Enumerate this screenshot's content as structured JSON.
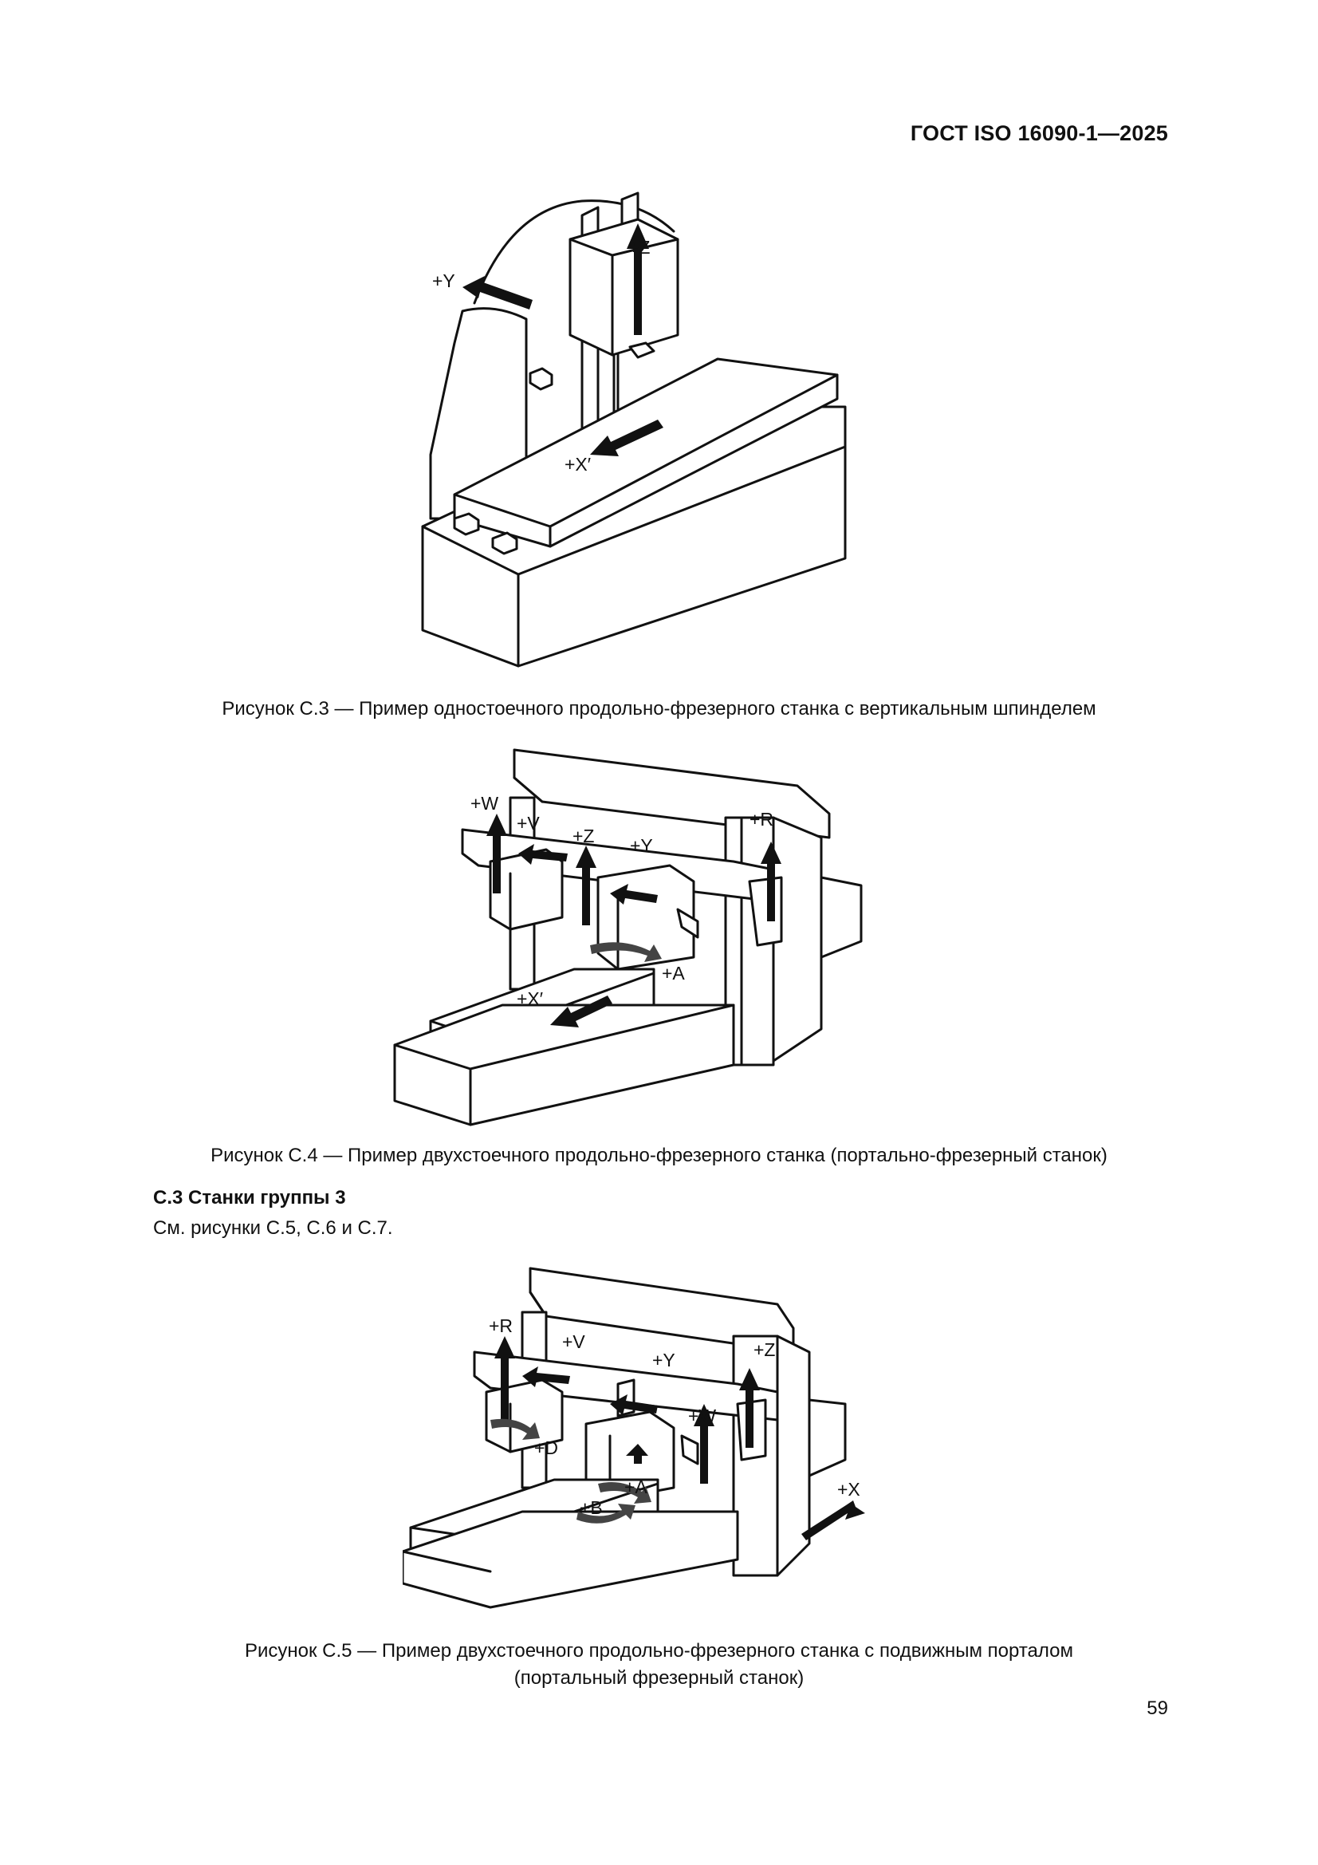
{
  "header": {
    "doc_id": "ГОСТ ISO 16090-1—2025"
  },
  "figures": [
    {
      "caption": "Рисунок С.3 — Пример одностоечного продольно-фрезерного станка с вертикальным шпинделем",
      "axes": {
        "y": "+Y",
        "z": "+Z",
        "x": "+X′"
      }
    },
    {
      "caption": "Рисунок С.4 — Пример двухстоечного продольно-фрезерного станка (портально-фрезерный станок)",
      "axes": {
        "w": "+W",
        "v": "+V",
        "z": "+Z",
        "y": "+Y",
        "r": "+R",
        "a": "+A",
        "x": "+X′"
      }
    },
    {
      "caption_line1": "Рисунок С.5 — Пример двухстоечного продольно-фрезерного станка с подвижным порталом",
      "caption_line2": "(портальный фрезерный станок)",
      "axes": {
        "r": "+R",
        "v": "+V",
        "y": "+Y",
        "z": "+Z",
        "w": "+W",
        "d": "+D",
        "a": "+A",
        "b": "+B",
        "x": "+X"
      }
    }
  ],
  "section": {
    "title": "C.3 Станки группы 3",
    "ref": "См. рисунки С.5, С.6 и С.7."
  },
  "page_number": "59"
}
